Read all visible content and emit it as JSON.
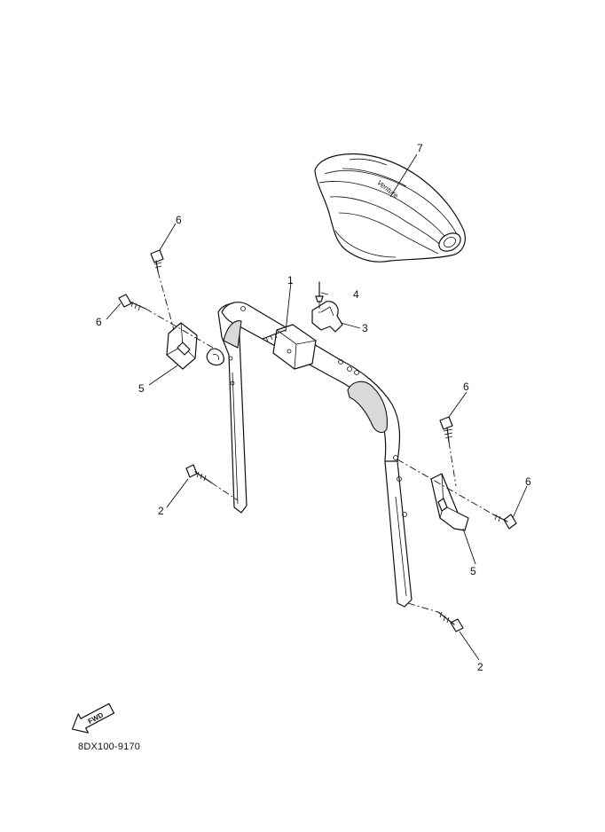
{
  "diagram": {
    "callouts": [
      {
        "id": "c7",
        "label": "7"
      },
      {
        "id": "c1",
        "label": "1"
      },
      {
        "id": "c4",
        "label": "4"
      },
      {
        "id": "c3",
        "label": "3"
      },
      {
        "id": "c6a",
        "label": "6"
      },
      {
        "id": "c6b",
        "label": "6"
      },
      {
        "id": "c5a",
        "label": "5"
      },
      {
        "id": "c2a",
        "label": "2"
      },
      {
        "id": "c6c",
        "label": "6"
      },
      {
        "id": "c6d",
        "label": "6"
      },
      {
        "id": "c5b",
        "label": "5"
      },
      {
        "id": "c2b",
        "label": "2"
      }
    ],
    "seat_logo": "Venture",
    "fwd_label": "FWD",
    "part_code": "8DX100-9170"
  }
}
